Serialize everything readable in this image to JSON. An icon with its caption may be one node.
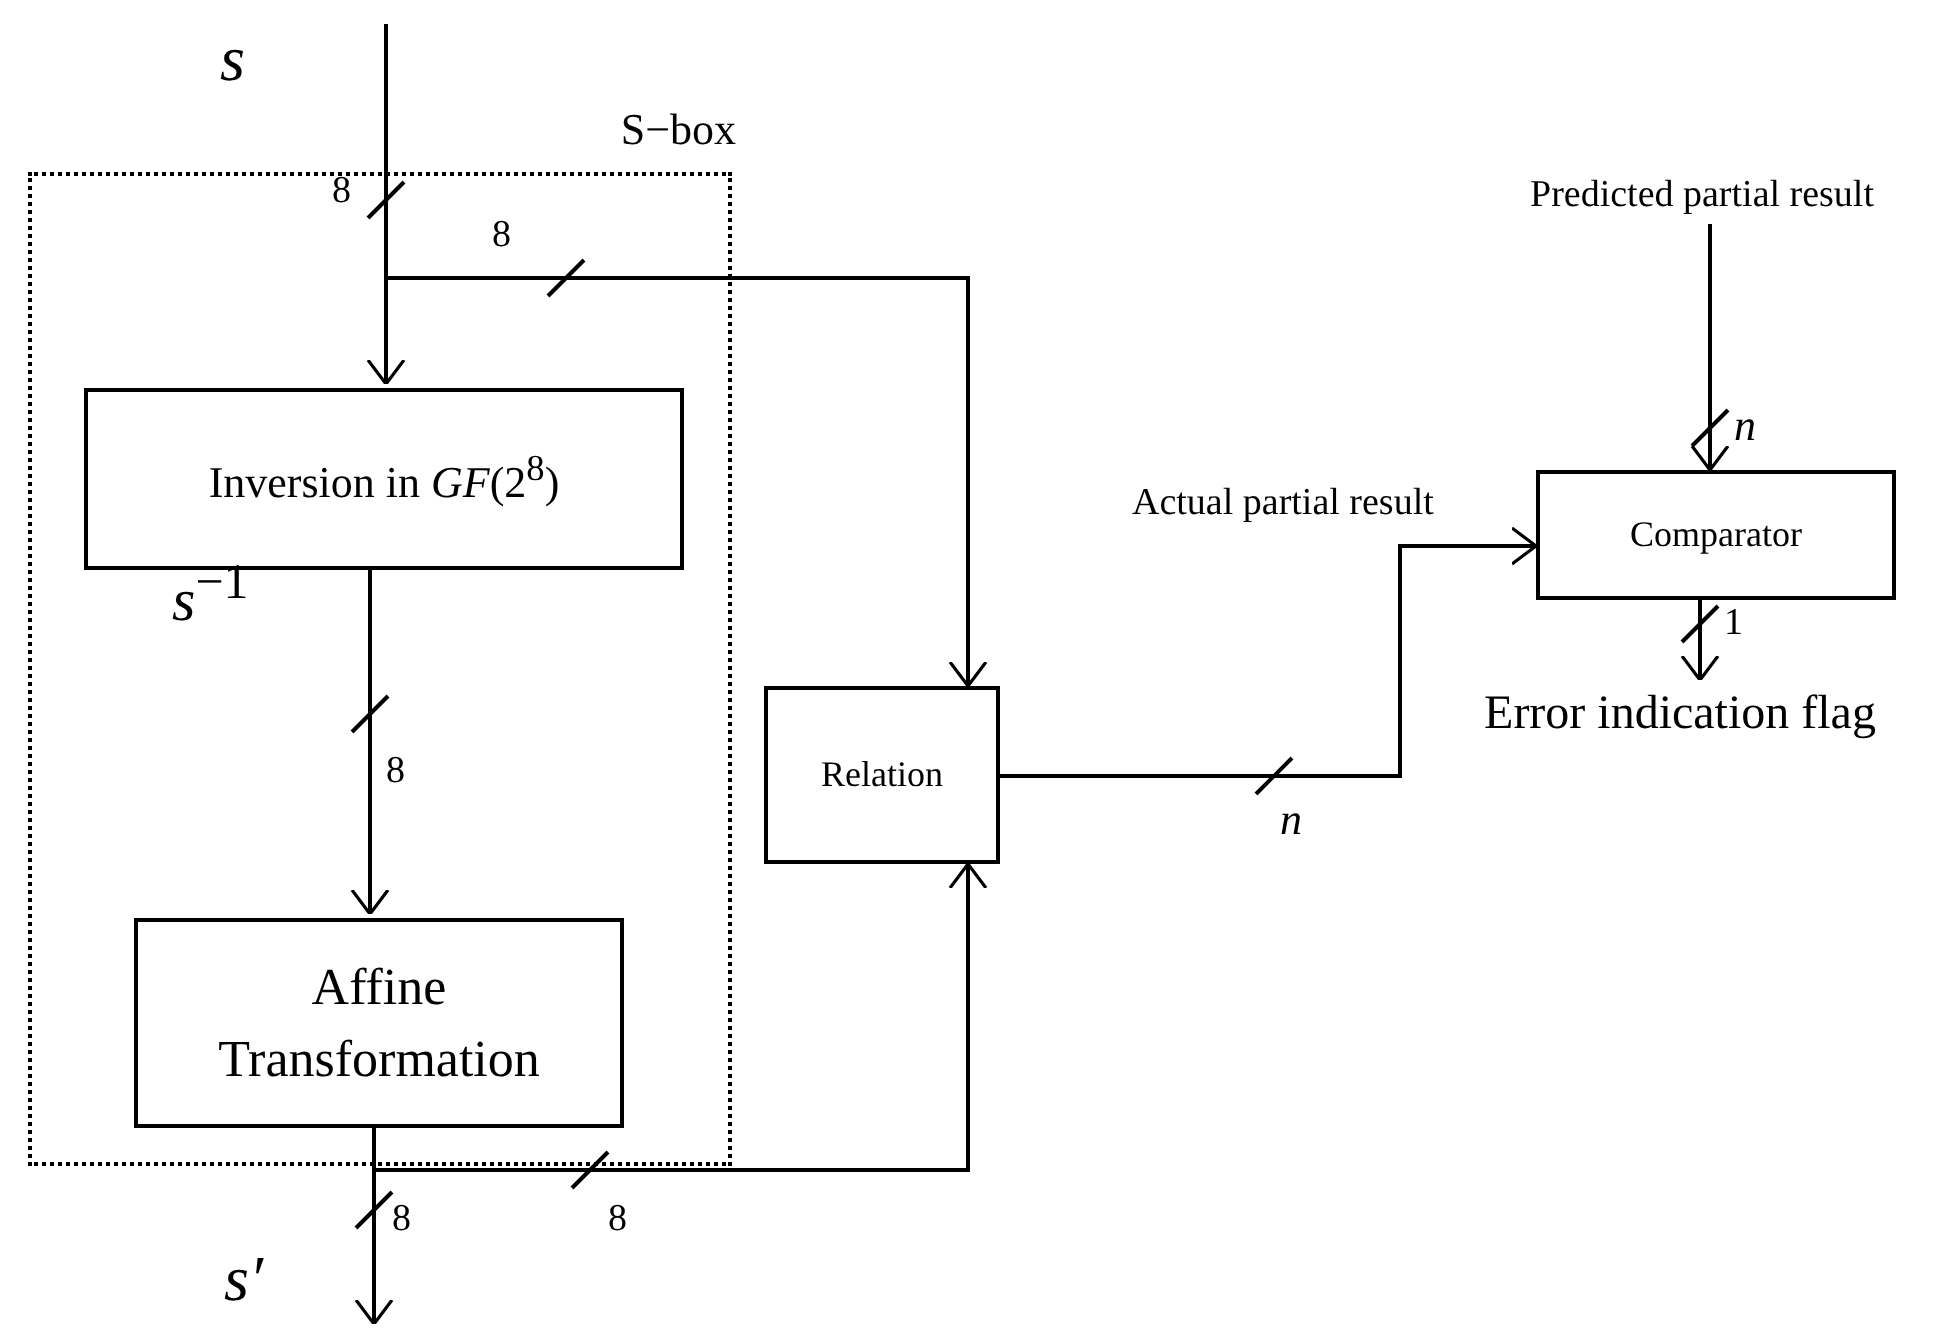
{
  "diagram": {
    "nodes": [
      {
        "text": [
          "S−box"
        ]
      },
      {
        "text": [
          "Inversion in *GF*(2$^{8}$)"
        ],
        "in": 0
      },
      {
        "text": [
          "Affine Transformation"
        ],
        "in": 0
      },
      {
        "text": [
          "Relation"
        ]
      },
      {
        "text": [
          "Comparator"
        ]
      },
      {
        "text": [
          "Predicted partial result"
        ]
      },
      {
        "text": [
          "Error indication flag"
        ]
      }
    ],
    "edges": [
      {
        "from": null,
        "to": 1,
        "arrow": "to"
      },
      {
        "from": null,
        "to": 3,
        "arrow": "to"
      },
      {
        "from": 1,
        "to": 2,
        "arrow": "to"
      },
      {
        "from": 2,
        "to": null,
        "arrow": "to"
      },
      {
        "from": 2,
        "to": 3,
        "arrow": "to"
      },
      {
        "from": 3,
        "to": 4,
        "arrow": "to",
        "label": "Actual partial result"
      },
      {
        "from": 5,
        "to": 4,
        "arrow": "to"
      },
      {
        "from": 4,
        "to": 6,
        "arrow": "to"
      }
    ],
    "labels": [
      "s",
      "8",
      "8",
      "n",
      "*s*$^{−1}$",
      "1",
      "8",
      "n",
      "8",
      "8",
      "s′"
    ]
  }
}
